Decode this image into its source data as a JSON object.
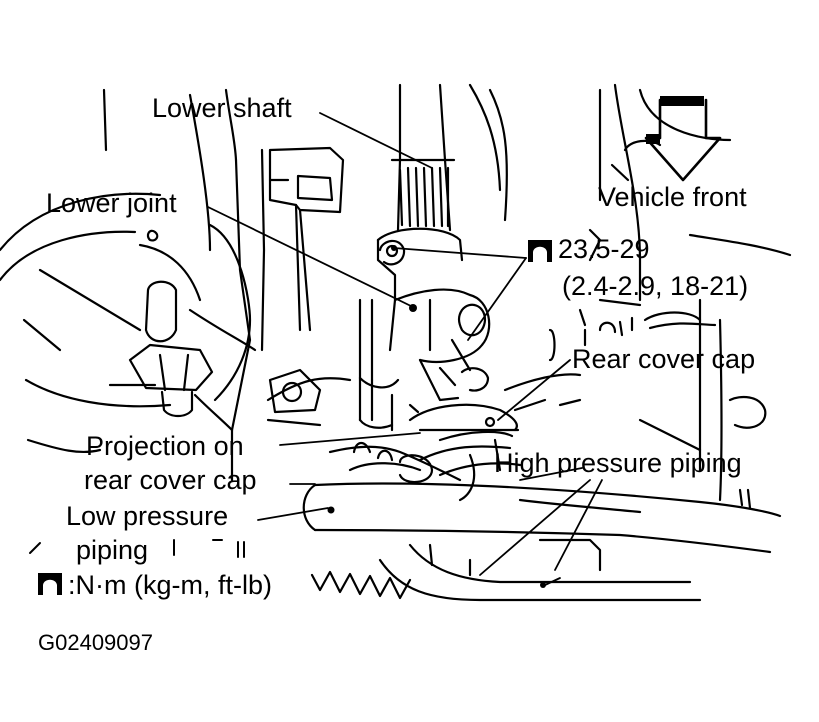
{
  "labels": {
    "lower_shaft": "Lower shaft",
    "lower_joint": "Lower joint",
    "vehicle_front": "Vehicle front",
    "torque_value": "23.5-29",
    "torque_alt": "(2.4-2.9, 18-21)",
    "rear_cover_cap": "Rear cover cap",
    "projection_line1": "Projection on",
    "projection_line2": "rear cover cap",
    "high_pressure": "High pressure piping",
    "low_pressure_line1": "Low pressure",
    "low_pressure_line2": "piping",
    "legend_units": ":N·m (kg-m, ft-lb)"
  },
  "figure_code": "G02409097",
  "colors": {
    "ink": "#000000",
    "paper": "#ffffff"
  },
  "icons": {
    "torque": "torque-wrench-icon",
    "direction": "arrow-down-icon"
  }
}
